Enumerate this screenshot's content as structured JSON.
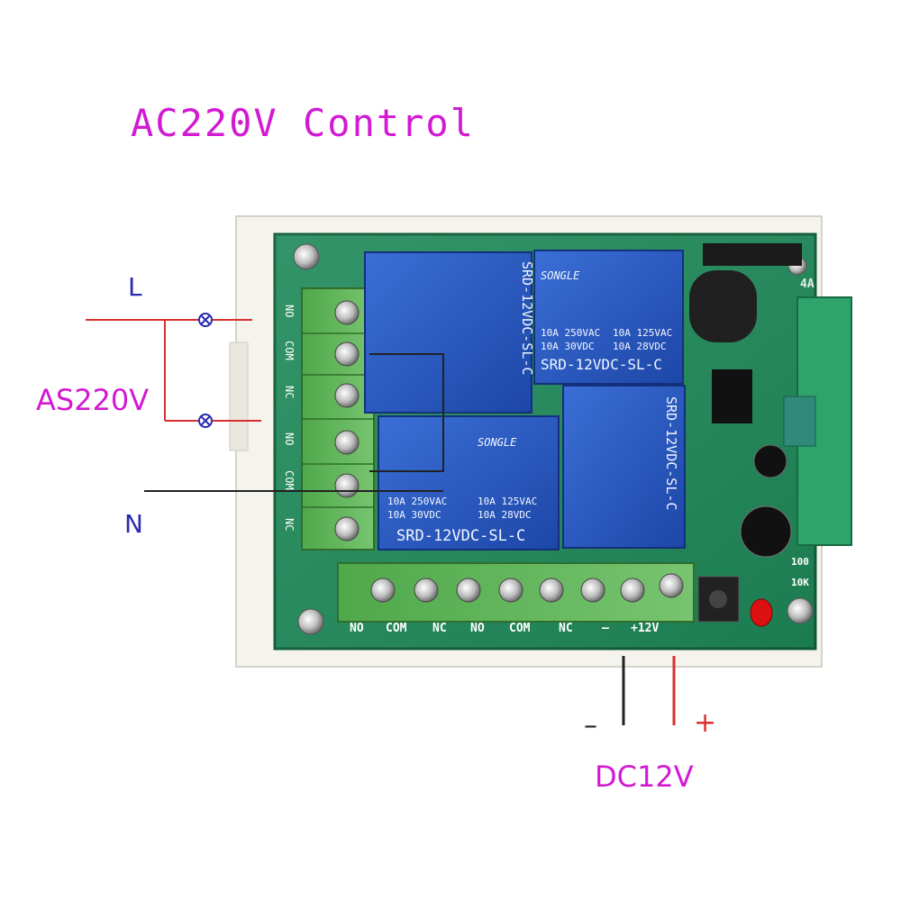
{
  "diagram": {
    "title": "AC220V Control",
    "ac_source_label": "AS220V",
    "line_label": "L",
    "neutral_label": "N",
    "dc_label": "DC12V",
    "dc_minus": "–",
    "dc_plus": "+",
    "relay_brand": "SONGLE",
    "relay_model": "SRD-12VDC-SL-C",
    "relay_rating_1": "10A 250VAC",
    "relay_rating_2": "10A 125VAC",
    "relay_rating_3": "10A 30VDC",
    "relay_rating_4": "10A 28VDC",
    "left_terminals": [
      "NO",
      "COM",
      "NC",
      "NO",
      "COM",
      "NC"
    ],
    "bottom_terminals": [
      "NO",
      "COM",
      "NC",
      "NO",
      "COM",
      "NC",
      "–",
      "+12V"
    ],
    "component_labels": {
      "r1": "100",
      "r2": "10K",
      "a": "4A"
    }
  }
}
